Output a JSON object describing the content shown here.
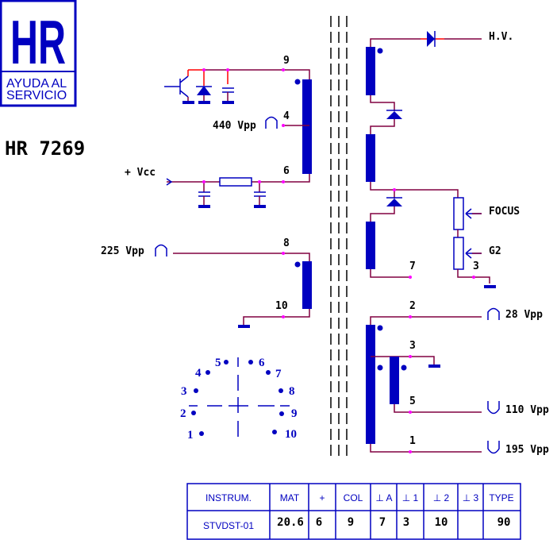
{
  "logo": {
    "big": "HR",
    "line1": "AYUDA AL",
    "line2": "SERVICIO"
  },
  "title": "HR 7269",
  "labels": {
    "vcc": "+ Vcc",
    "v440": "440 Vpp",
    "v225": "225 Vpp",
    "hv": "H.V.",
    "focus": "FOCUS",
    "g2": "G2",
    "v28": "28 Vpp",
    "v110": "110 Vpp",
    "v195": "195 Vpp"
  },
  "pins": {
    "p9": "9",
    "p4": "4",
    "p6": "6",
    "p8": "8",
    "p10": "10",
    "p7": "7",
    "p3a": "3",
    "p2": "2",
    "p3b": "3",
    "p5": "5",
    "p1": "1"
  },
  "base_pins": [
    "1",
    "2",
    "3",
    "4",
    "5",
    "6",
    "7",
    "8",
    "9",
    "10"
  ],
  "table": {
    "headers": [
      "INSTRUM.",
      "MAT",
      "+",
      "COL",
      "⊥ A",
      "⊥ 1",
      "⊥ 2",
      "⊥ 3",
      "TYPE"
    ],
    "row": [
      "STVDST-01",
      "20.6",
      "6",
      "9",
      "7",
      "3",
      "10",
      "",
      "90"
    ]
  },
  "colors": {
    "blue": "#0000c0",
    "wire": "#800040",
    "node": "#ff00ff"
  }
}
